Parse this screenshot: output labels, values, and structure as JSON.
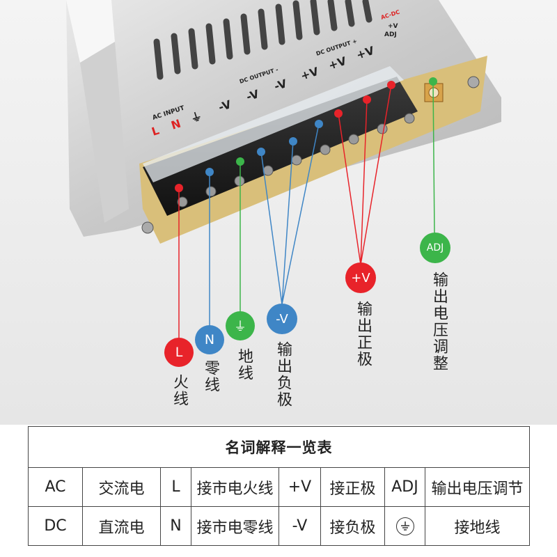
{
  "panel": {
    "ac_input": "AC INPUT",
    "dc_output_minus": "DC OUTPUT -",
    "dc_output_plus": "DC OUTPUT +",
    "ac_dc": "AC-DC",
    "adj_top": "+V",
    "adj_bottom": "ADJ",
    "terminals": [
      "L",
      "N",
      "⏚",
      "-V",
      "-V",
      "-V",
      "+V",
      "+V",
      "+V"
    ]
  },
  "callouts": {
    "L": {
      "label": "L",
      "desc": "火线",
      "color": "#e8232a"
    },
    "N": {
      "label": "N",
      "desc": "零线",
      "color": "#3f86c6"
    },
    "ground": {
      "label": "⏚",
      "desc": "地线",
      "color": "#3cb54a"
    },
    "neg": {
      "label": "-V",
      "desc": "输出负极",
      "color": "#3f86c6"
    },
    "pos": {
      "label": "+V",
      "desc": "输出正极",
      "color": "#e8232a"
    },
    "adj": {
      "label": "ADJ",
      "desc": "输出电压调整",
      "color": "#3cb54a"
    }
  },
  "table": {
    "title": "名词解释一览表",
    "rows": [
      [
        "AC",
        "交流电",
        "L",
        "接市电火线",
        "+V",
        "接正极",
        "ADJ",
        "输出电压调节"
      ],
      [
        "DC",
        "直流电",
        "N",
        "接市电零线",
        "-V",
        "接负极",
        "ground-icon",
        "接地线"
      ]
    ]
  }
}
